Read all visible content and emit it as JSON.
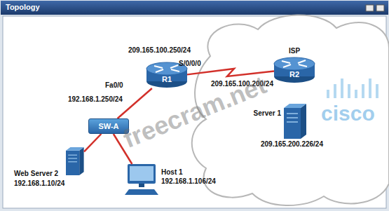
{
  "diagram": {
    "title": "Topology",
    "nodes": [
      {
        "text": [
          "R1"
        ]
      },
      {
        "text": [
          "ISP",
          "R2"
        ]
      },
      {
        "text": [
          "Server 1",
          "209.165.200.226/24"
        ]
      },
      {
        "text": [
          "SW-A"
        ]
      },
      {
        "text": [
          "Web Server 2",
          "192.168.1.10/24"
        ]
      },
      {
        "text": [
          "Host 1",
          "192.168.1.106/24"
        ]
      }
    ],
    "edges": [
      {
        "from": 0,
        "to": 1,
        "arrow": "none"
      },
      {
        "from": 0,
        "to": 3,
        "arrow": "none"
      },
      {
        "from": 3,
        "to": 4,
        "arrow": "none"
      },
      {
        "from": 3,
        "to": 5,
        "arrow": "none"
      }
    ],
    "labels": [
      "209.165.100.250/24",
      "S/0/0/0",
      "Fa0/0",
      "192.168.1.250/24",
      "209.165.100.200/24",
      "freecram.net",
      "cisco"
    ]
  }
}
